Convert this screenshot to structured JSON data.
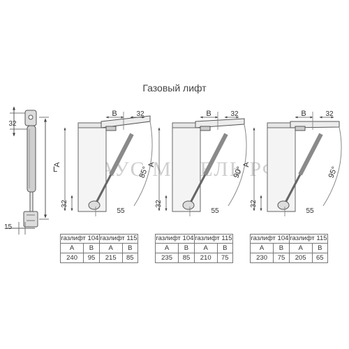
{
  "title": "Газовый лифт",
  "watermark": "ХАУС МЕБЕЛЬ РФ",
  "side_view": {
    "dim_top": "32",
    "dim_length": "L",
    "dim_bottom": "15"
  },
  "dims": {
    "A": "A",
    "B": "B",
    "top_offset": "32",
    "bottom_offset": "32",
    "base_offset": "55"
  },
  "variants": [
    {
      "angle": "85°",
      "table": {
        "models": [
          "газлифт 104",
          "газлифт 115"
        ],
        "col_labels": [
          "A",
          "B",
          "A",
          "B"
        ],
        "values": [
          "240",
          "95",
          "215",
          "85"
        ]
      }
    },
    {
      "angle": "90°",
      "table": {
        "models": [
          "газлифт 104",
          "газлифт 115"
        ],
        "col_labels": [
          "A",
          "B",
          "A",
          "B"
        ],
        "values": [
          "235",
          "85",
          "210",
          "75"
        ]
      }
    },
    {
      "angle": "95°",
      "table": {
        "models": [
          "газлифт 104",
          "газлифт 115"
        ],
        "col_labels": [
          "A",
          "B",
          "A",
          "B"
        ],
        "values": [
          "230",
          "75",
          "205",
          "65"
        ]
      }
    }
  ]
}
